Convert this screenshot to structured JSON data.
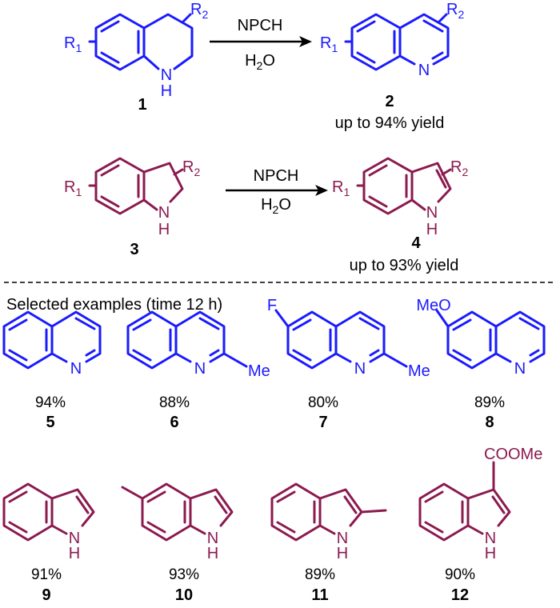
{
  "colors": {
    "quinoline": "#1a1aff",
    "indole": "#8b1a4f",
    "text": "#000000"
  },
  "reactions": [
    {
      "reagent": "NPCH",
      "solvent": "H2O",
      "substrate_label": "1",
      "product_label": "2",
      "yield_note": "up to 94% yield"
    },
    {
      "reagent": "NPCH",
      "solvent": "H2O",
      "substrate_label": "3",
      "product_label": "4",
      "yield_note": "up to 93% yield"
    }
  ],
  "atoms": {
    "R1": "R",
    "R2": "R",
    "sub1": "1",
    "sub2": "2",
    "N": "N",
    "H": "H",
    "F": "F",
    "MeO": "MeO",
    "Me": "Me",
    "COOMe": "COOMe"
  },
  "section_title": "Selected examples (time 12 h)",
  "examples": [
    {
      "id": "5",
      "yield": "94%"
    },
    {
      "id": "6",
      "yield": "88%"
    },
    {
      "id": "7",
      "yield": "80%"
    },
    {
      "id": "8",
      "yield": "89%"
    },
    {
      "id": "9",
      "yield": "91%"
    },
    {
      "id": "10",
      "yield": "93%"
    },
    {
      "id": "11",
      "yield": "89%"
    },
    {
      "id": "12",
      "yield": "90%"
    }
  ]
}
